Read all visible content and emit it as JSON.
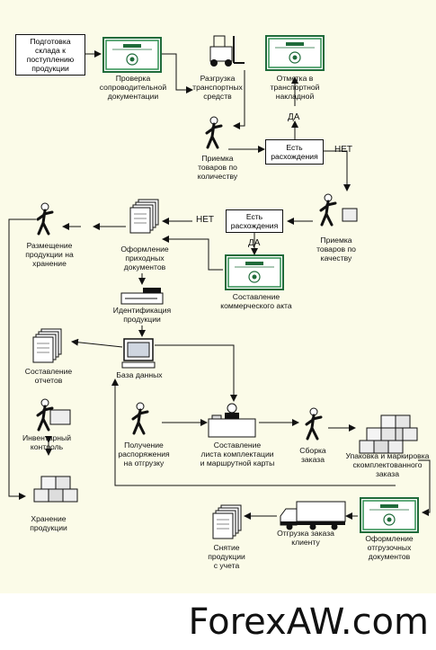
{
  "nodes": {
    "prep": "Подготовка\nсклада к\nпоступлению\nпродукции",
    "check_docs": "Проверка\nсопроводительной\nдокументации",
    "unload": "Разгрузка\nтранспортных\nсредств",
    "mark_waybill": "Отметка в\nтранспортной\nнакладной",
    "accept_qty": "Приемка\nтоваров по\nколичеству",
    "disc1": "Есть\nрасхождения",
    "accept_quality": "Приемка\nтоваров по\nкачеству",
    "disc2": "Есть\nрасхождения",
    "place": "Размещение\nпродукции на\nхранение",
    "receipt_docs": "Оформление\nприходных\nдокументов",
    "commercial_act": "Составление\nкоммерческого акта",
    "identify": "Идентификация\nпродукции",
    "reports": "Составление\nотчетов",
    "database": "База данных",
    "inventory": "Инвентарный\nконтроль",
    "storage": "Хранение\nпродукции",
    "get_order": "Получение\nраспоряжения\nна отгрузку",
    "pick_list": "Составление\nлиста комплектации\nи маршрутной карты",
    "assembly": "Сборка\nзаказа",
    "packing": "Упаковка и маркировка\nскомплектованного\nзаказа",
    "ship_docs": "Оформление\nотгрузочных\nдокументов",
    "ship_client": "Отгрузка заказа\nклиенту",
    "writeoff": "Снятие\nпродукции\nс учета"
  },
  "decisions": {
    "yes1": "ДА",
    "no1": "НЕТ",
    "no2": "НЕТ",
    "yes2": "ДА"
  },
  "icons": {
    "certificate_text": "Сертификат"
  },
  "watermark": "ForexAW.com"
}
